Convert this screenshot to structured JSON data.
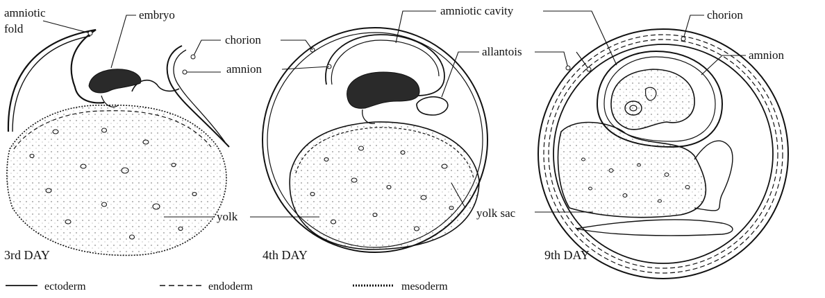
{
  "panels": [
    {
      "day": "3rd DAY",
      "labels": {
        "amniotic_fold_1": "amniotic",
        "amniotic_fold_2": "fold",
        "embryo": "embryo",
        "chorion": "chorion",
        "amnion": "amnion",
        "yolk": "yolk"
      }
    },
    {
      "day": "4th DAY",
      "labels": {
        "amniotic_cavity": "amniotic cavity",
        "allantois": "allantois",
        "yolk_sac": "yolk sac"
      }
    },
    {
      "day": "9th DAY",
      "labels": {
        "chorion": "chorion",
        "amnion": "amnion"
      }
    }
  ],
  "legend": [
    {
      "label": "ectoderm",
      "style": "solid"
    },
    {
      "label": "endoderm",
      "style": "dashed"
    },
    {
      "label": "mesoderm",
      "style": "beaded"
    }
  ]
}
